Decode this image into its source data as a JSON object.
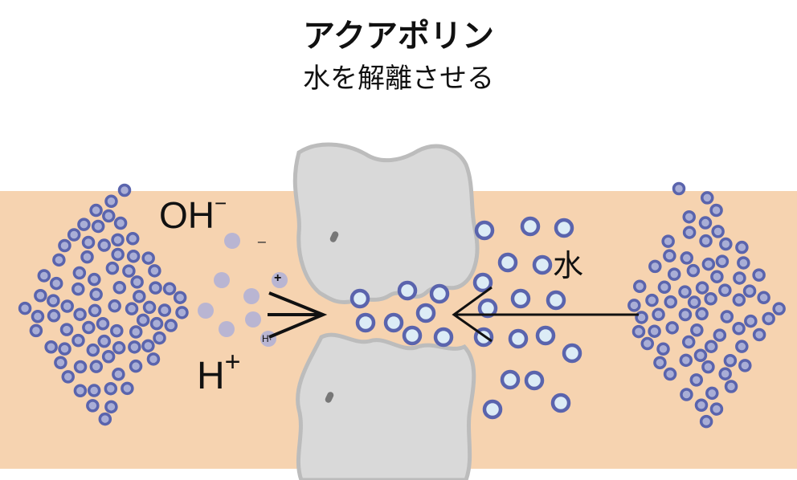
{
  "title": "アクアポリン",
  "subtitle": "水を解離させる",
  "labels": {
    "hydroxide": "OH",
    "hydroxide_charge": "−",
    "proton": "H",
    "proton_charge": "+",
    "water": "水"
  },
  "ion_marks": {
    "minus": "−",
    "plus": "+",
    "h": "H·"
  },
  "colors": {
    "membrane": "#f6d3b0",
    "protein": "#d9d9d9",
    "protein_edge": "#b9b9b9",
    "water_ring": "#5a64ad",
    "water_core": "#dcecf6",
    "ion": "#b9b5d2"
  }
}
